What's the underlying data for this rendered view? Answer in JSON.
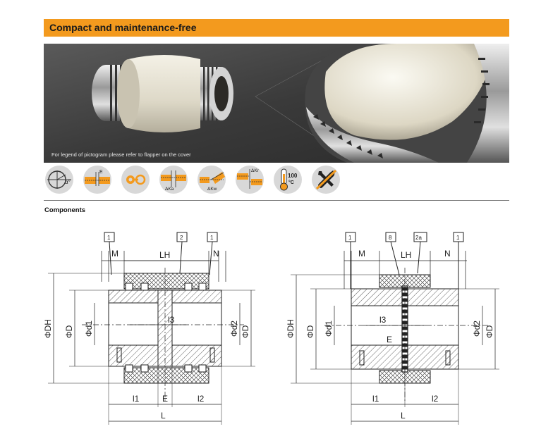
{
  "header": {
    "title": "Compact and maintenance-free"
  },
  "photo": {
    "legend_note": "For legend of pictogram please refer to flapper on the cover"
  },
  "pictograms": {
    "icon_names": [
      "angle-alpha-icon",
      "axial-clearance-e-icon",
      "fail-safe-chain-icon",
      "axial-displacement-ka-icon",
      "angular-displacement-kw-icon",
      "radial-displacement-kr-icon",
      "temperature-100c-icon",
      "maintenance-free-icon"
    ],
    "labels": {
      "alpha": "α°",
      "e": "E",
      "ka": "ΔKa",
      "kw": "ΔKw",
      "kr": "ΔKr",
      "temp_value": "100",
      "temp_unit": "°C"
    }
  },
  "components": {
    "title": "Components",
    "left": {
      "callouts": [
        "1",
        "2",
        "1"
      ],
      "dims": {
        "M": "M",
        "LH": "LH",
        "N": "N",
        "DH": "ΦDH",
        "D": "ΦD",
        "d1": "Φd1",
        "l3": "l3",
        "d2": "Φd2",
        "D_right": "ΦD",
        "l1": "l1",
        "E": "E",
        "l2": "l2",
        "L": "L"
      }
    },
    "right": {
      "callouts": [
        "1",
        "8",
        "2a",
        "1"
      ],
      "dims": {
        "M": "M",
        "LH": "LH",
        "N": "N",
        "DH": "ΦDH",
        "D": "ΦD",
        "d1": "Φd1",
        "l3": "l3",
        "E": "E",
        "d2": "Φd2",
        "D_right": "ΦD",
        "l1": "l1",
        "l2": "l2",
        "L": "L"
      }
    }
  },
  "colors": {
    "banner": "#f39a1e",
    "orange_icon": "#f39a1e",
    "icon_bg": "#d8d8d8"
  }
}
